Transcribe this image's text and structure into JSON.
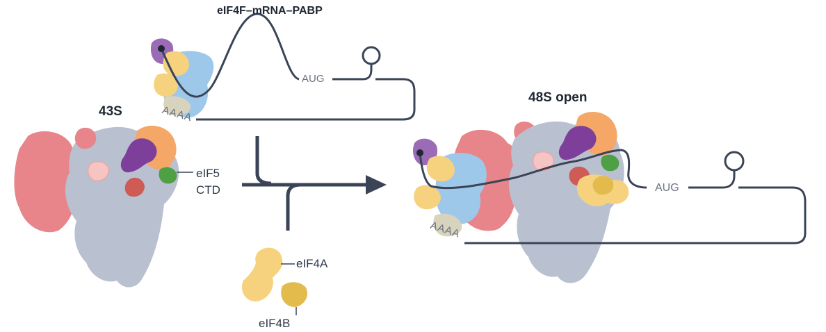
{
  "labels": {
    "eif4f_complex": "eIF4F–mRNA–PABP",
    "c43s": "43S",
    "eif5": "eIF5",
    "ctd": "CTD",
    "eif4a": "eIF4A",
    "eif4b": "eIF4B",
    "s48_open": "48S open",
    "aug_top": "AUG",
    "aug_right": "AUG",
    "poly_a_top": "AAAA",
    "poly_a_right": "AAAA"
  },
  "colors": {
    "ribosome_small": "#b9c1d1",
    "ribosome_large": "#e7858a",
    "eif4g": "#9ec8ea",
    "eif4e": "#9b6bb6",
    "eif4a": "#f6d27e",
    "eif4b": "#e2bb4c",
    "pabp": "#d8d3bd",
    "eif3_orange": "#f4a766",
    "eif3_purple": "#7e3f9a",
    "eif5_green": "#4f9f45",
    "eif2_red": "#cf5b57",
    "eif1_pink": "#f6c5c3",
    "mrna_line": "#3a4456"
  }
}
